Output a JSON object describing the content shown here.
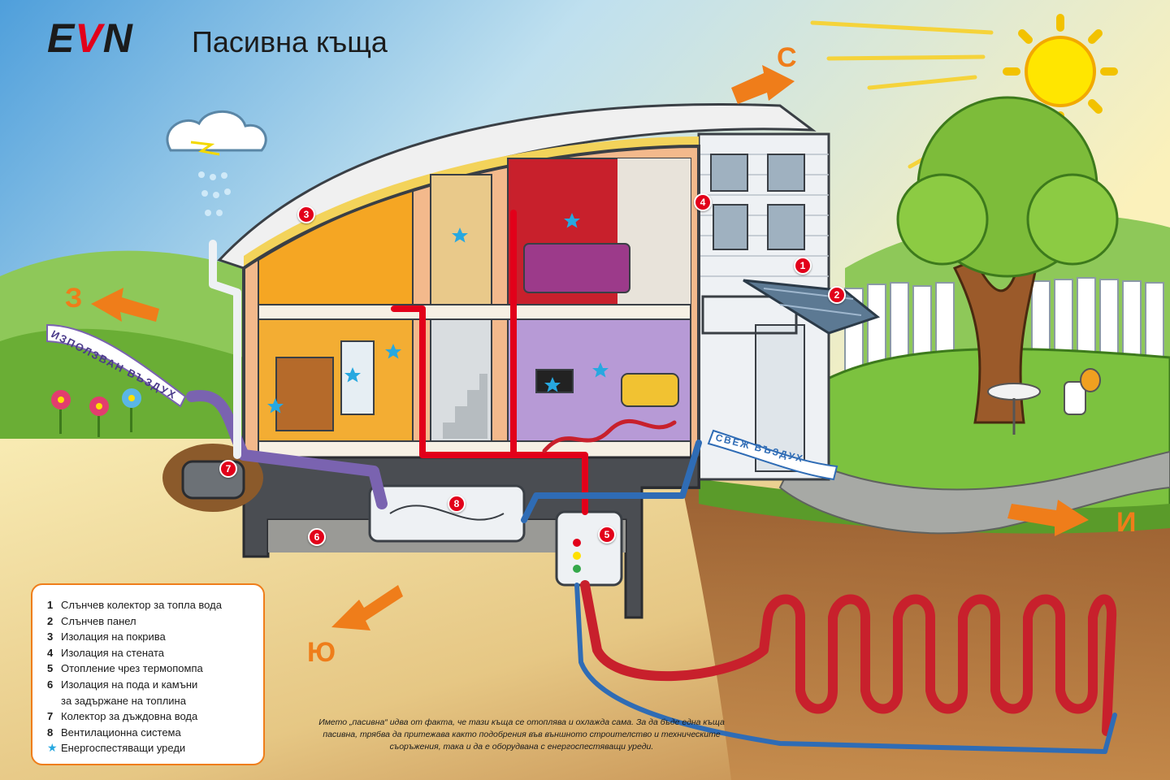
{
  "header": {
    "logo": {
      "prefix": "E",
      "accent": "V",
      "suffix": "N"
    },
    "title": "Пасивна къща"
  },
  "directions": {
    "north": "С",
    "west": "З",
    "south": "Ю",
    "east": "И"
  },
  "airflow": {
    "exhaust_label": "ИЗПОЛЗВАН ВЪЗДУХ",
    "intake_label": "СВЕЖ ВЪЗДУХ"
  },
  "markers": [
    "1",
    "2",
    "3",
    "4",
    "5",
    "6",
    "7",
    "8"
  ],
  "legend": {
    "items": [
      {
        "num": "1",
        "lines": [
          "Слънчев колектор за топла вода"
        ]
      },
      {
        "num": "2",
        "lines": [
          "Слънчев панел"
        ]
      },
      {
        "num": "3",
        "lines": [
          "Изолация на покрива"
        ]
      },
      {
        "num": "4",
        "lines": [
          "Изолация на стената"
        ]
      },
      {
        "num": "5",
        "lines": [
          "Отопление чрез термопомпа"
        ]
      },
      {
        "num": "6",
        "lines": [
          "Изолация на пода и камъни",
          "за задържане на топлина"
        ]
      },
      {
        "num": "7",
        "lines": [
          "Колектор за дъждовна вода"
        ]
      },
      {
        "num": "8",
        "lines": [
          "Вентилационна система"
        ]
      }
    ],
    "star_label": "Енергоспестяващи уреди"
  },
  "note": {
    "lines": [
      "Името „пасивна“ идва от факта, че тази къща се отоплява и охлажда сама. За да бъде една къща",
      "пасивна, трябва да притежава както подобрения във външното строителство и техническите",
      "съоръжения, така и да е оборудвана с енергоспестяващи уреди."
    ]
  },
  "icons": {
    "sun": "sun-icon",
    "cloud": "rain-cloud-icon",
    "star": "energy-saving-star-icon",
    "arrow": "direction-arrow-icon"
  },
  "colors": {
    "brand": "#e2001a",
    "accent": "#ef7d1a",
    "sky_top": "#5aa6dc",
    "grass": "#6fb63b",
    "warm_pipe": "#e2001a",
    "cold_pipe": "#2f6cb5",
    "star": "#27a8e0"
  }
}
